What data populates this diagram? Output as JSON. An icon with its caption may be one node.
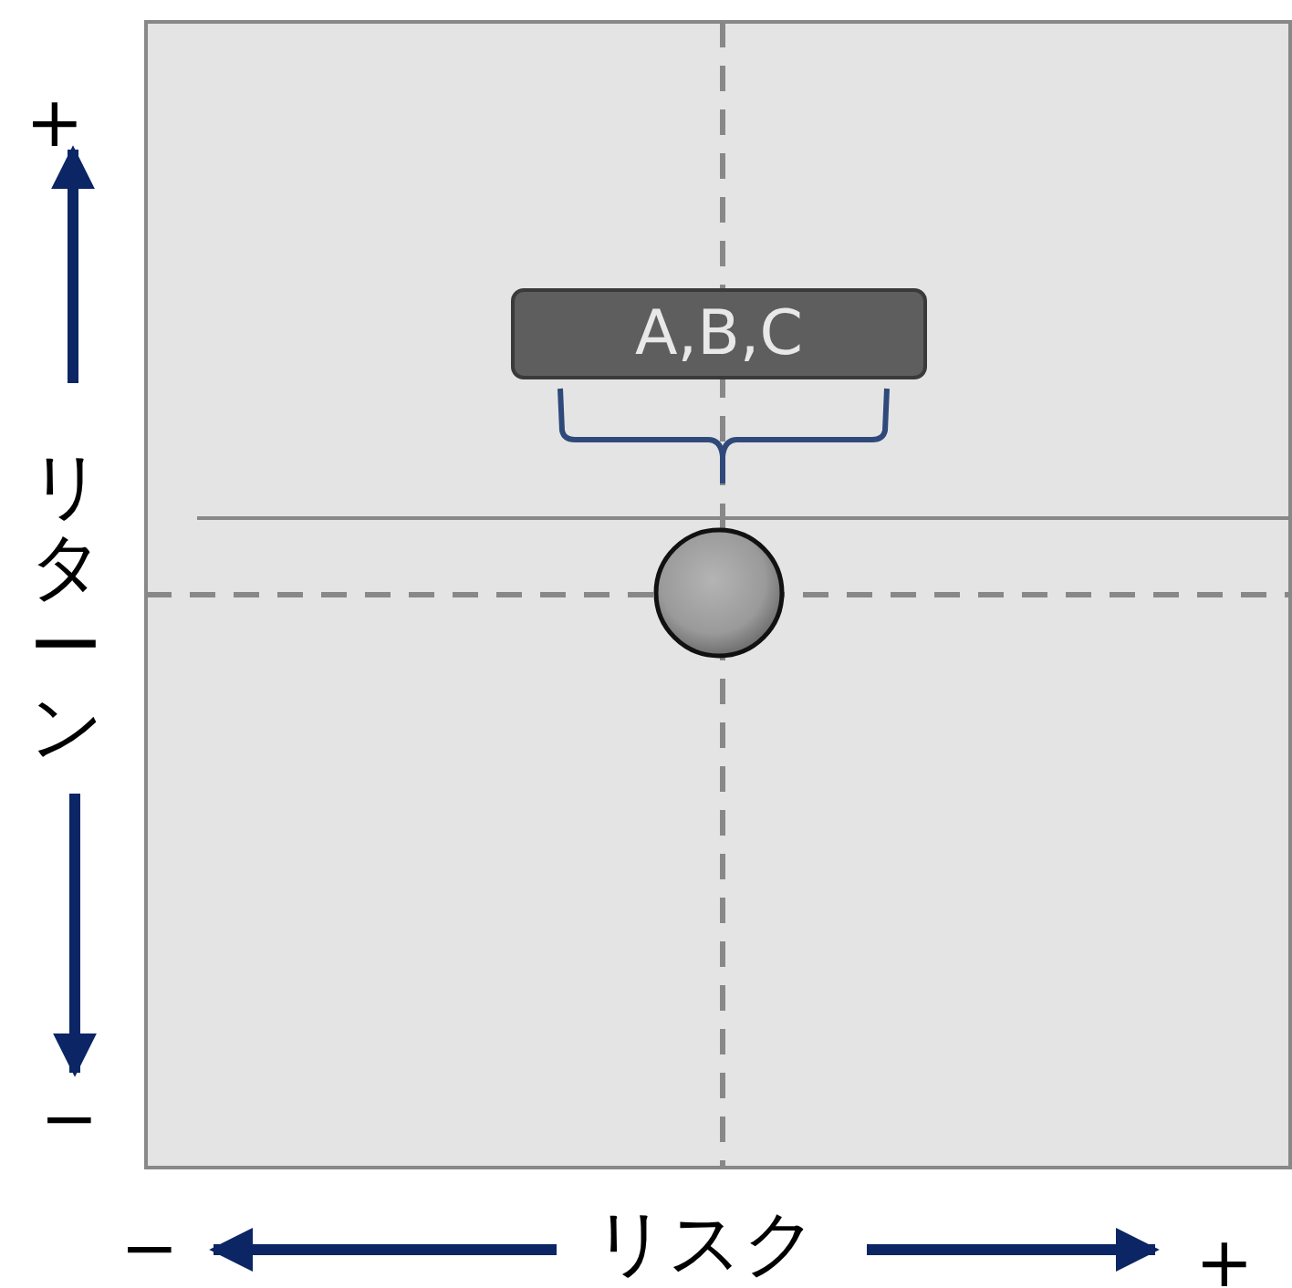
{
  "diagram": {
    "nodes": [
      {
        "text": [
          "A,B,C"
        ]
      },
      {
        "text": [],
        "shape": "circle"
      }
    ],
    "labels": [
      "+",
      "リターン",
      "−",
      "−",
      "リスク",
      "+"
    ]
  }
}
